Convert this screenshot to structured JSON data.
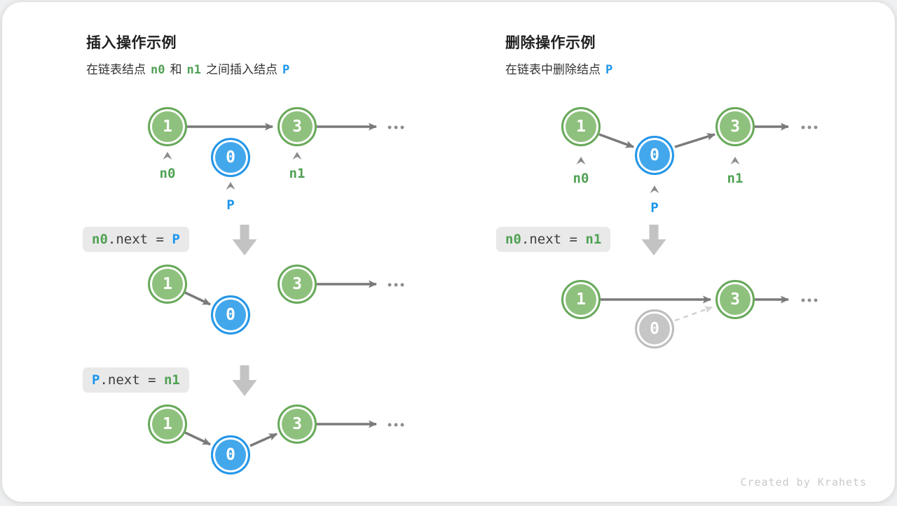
{
  "colors": {
    "page-bg": "#EFF0F1",
    "card-bg": "#FFFFFF",
    "title": "#212121",
    "subtitle": "#333333",
    "green-fill": "#8FC17E",
    "green-border": "#68A95A",
    "green-text": "#4FA153",
    "blue-fill": "#43A7EC",
    "blue-border": "#2496E8",
    "blue-text": "#1C96EC",
    "gray-fill": "#C6C6C6",
    "gray-border": "#BDBDBD",
    "arrow": "#7A7A7A",
    "arrow-light": "#D2D2D2",
    "block-arrow": "#C3C3C3",
    "code-bg": "#E9E9E9",
    "code-text": "#3C3C3C",
    "caret": "#8A8A8A",
    "dots": "#8F8F8F",
    "watermark": "#C9C9C9"
  },
  "nodes": {
    "v1": "1",
    "v0": "0",
    "v3": "3"
  },
  "labels": {
    "n0": "n0",
    "n1": "n1",
    "p": "P"
  },
  "texts": {
    "ellipsis": "..."
  },
  "left": {
    "title": "插入操作示例",
    "subtitle": {
      "part1": "在链表结点",
      "n0": "n0",
      "part2": "和",
      "n1": "n1",
      "part3": "之间插入结点",
      "p": "P"
    },
    "code1": {
      "lhs": "n0",
      "mid": ".next = ",
      "rhs": "P"
    },
    "code2": {
      "lhs": "P",
      "mid": ".next = ",
      "rhs": "n1"
    }
  },
  "right": {
    "title": "删除操作示例",
    "subtitle": {
      "part1": "在链表中删除结点",
      "p": "P"
    },
    "code1": {
      "lhs": "n0",
      "mid": ".next = ",
      "rhs": "n1"
    }
  },
  "watermark": "Created by Krahets"
}
